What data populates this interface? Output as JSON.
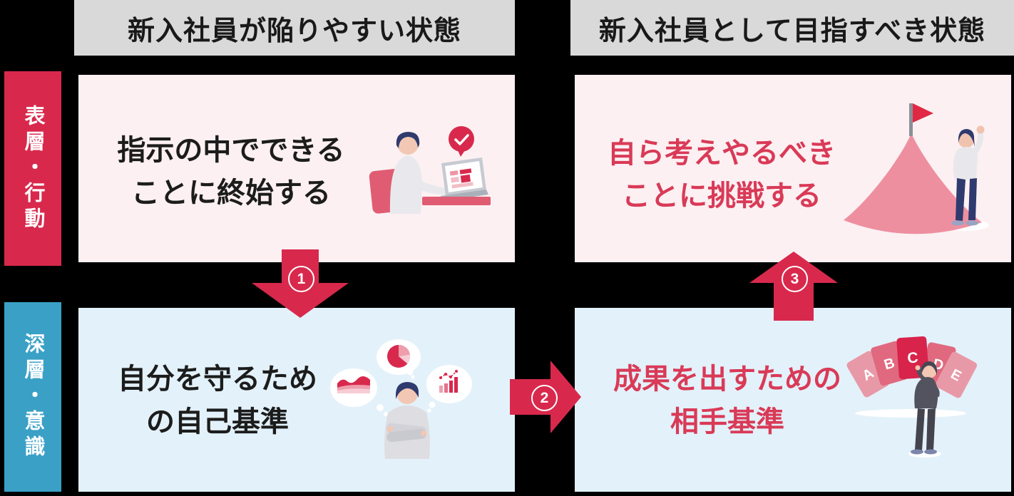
{
  "headers": {
    "left": "新入社員が陥りやすい状態",
    "right": "新入社員として目指すべき状態"
  },
  "side_labels": {
    "surface": "表層・行動",
    "deep": "深層・意識"
  },
  "panels": {
    "top_left": {
      "line1": "指示の中でできる",
      "line2": "ことに終始する"
    },
    "top_right": {
      "line1": "自ら考えやるべき",
      "line2": "ことに挑戦する"
    },
    "bottom_left": {
      "line1": "自分を守るため",
      "line2": "の自己基準"
    },
    "bottom_right": {
      "line1": "成果を出すための",
      "line2": "相手基準"
    }
  },
  "steps": {
    "one": "1",
    "two": "2",
    "three": "3"
  },
  "cards": [
    "A",
    "B",
    "C",
    "D",
    "E"
  ],
  "colors": {
    "crimson": "#d8294d",
    "red_text": "#d93a57",
    "blue_bar": "#3aa0c6",
    "header_bg": "#d9d9d9",
    "pink_panel": "#fcf0f2",
    "blue_panel": "#e3f1fa",
    "background": "#000000"
  }
}
